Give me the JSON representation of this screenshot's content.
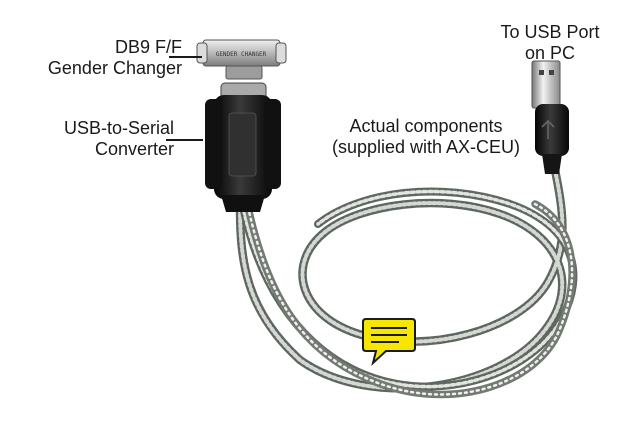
{
  "labels": {
    "gender_changer": {
      "line1": "DB9 F/F",
      "line2": "Gender Changer"
    },
    "converter": {
      "line1": "USB-to-Serial",
      "line2": "Converter"
    },
    "usb_port": {
      "line1": "To USB Port",
      "line2": "on PC"
    },
    "components": {
      "line1": "Actual components",
      "line2": "(supplied with AX-CEU)"
    }
  },
  "colors": {
    "background": "#ffffff",
    "text": "#1a1a1a",
    "leader_line": "#1a1a1a",
    "connector_black": "#151515",
    "metal": "#b8b8b8",
    "cable": "#8e9590",
    "comment_yellow": "#f6e600",
    "comment_outline": "#1a1a1a"
  },
  "icons": {
    "comment": "speech-bubble-comment-icon"
  }
}
